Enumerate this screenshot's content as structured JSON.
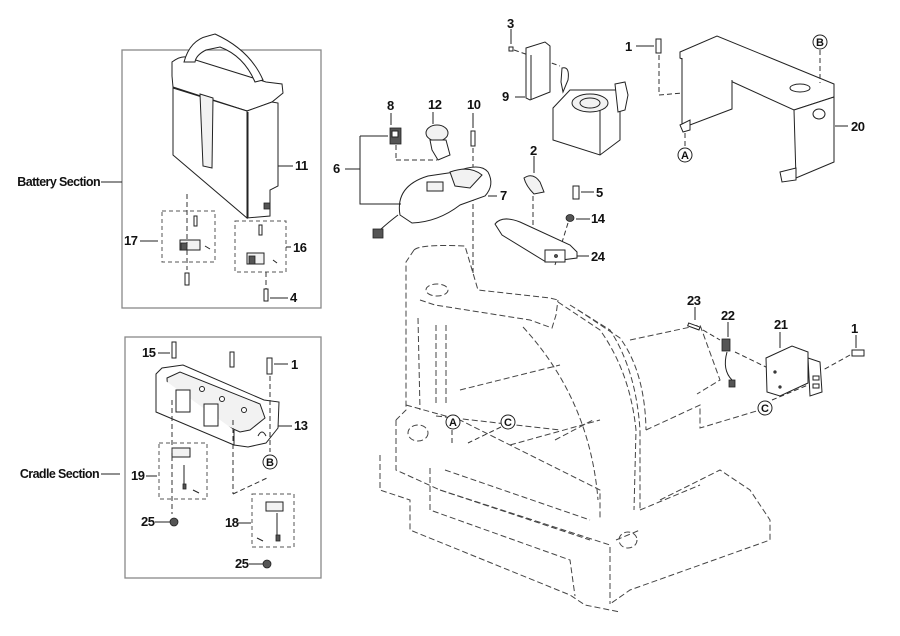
{
  "title": "Exploded parts diagram",
  "sections": {
    "battery": {
      "label": "Battery Section"
    },
    "cradle": {
      "label": "Cradle Section"
    }
  },
  "callouts": {
    "battery_11": "11",
    "battery_17": "17",
    "battery_16": "16",
    "battery_4": "4",
    "cradle_15": "15",
    "cradle_1": "1",
    "cradle_13": "13",
    "cradle_19": "19",
    "cradle_25a": "25",
    "cradle_18": "18",
    "cradle_25b": "25",
    "ctrl_3": "3",
    "ctrl_9": "9",
    "ctrl_8": "8",
    "ctrl_12": "12",
    "ctrl_10": "10",
    "ctrl_6": "6",
    "ctrl_7": "7",
    "ctrl_2": "2",
    "ctrl_5": "5",
    "ctrl_14": "14",
    "ctrl_24": "24",
    "bracket_1": "1",
    "bracket_20": "20",
    "right_23": "23",
    "right_22": "22",
    "right_21": "21",
    "right_1": "1"
  },
  "reference_markers": {
    "a_bracket": "A",
    "b_bracket": "B",
    "b_cradle": "B",
    "a_frame": "A",
    "c_frame": "C",
    "c_right": "C"
  }
}
